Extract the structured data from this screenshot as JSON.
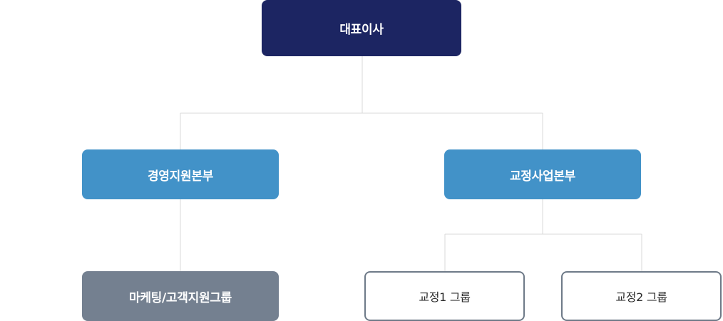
{
  "colors": {
    "ceo_fill": "#1c2562",
    "division_fill": "#4292c8",
    "team_filled": "#748090",
    "team_outline_border": "#6e7a88",
    "connector": "#d8d8d8"
  },
  "org": {
    "ceo": {
      "label": "대표이사"
    },
    "divisions": [
      {
        "label": "경영지원본부",
        "teams": [
          {
            "label": "마케팅/고객지원그룹"
          }
        ]
      },
      {
        "label": "교정사업본부",
        "teams": [
          {
            "label": "교정1 그룹"
          },
          {
            "label": "교정2 그룹"
          }
        ]
      }
    ]
  }
}
